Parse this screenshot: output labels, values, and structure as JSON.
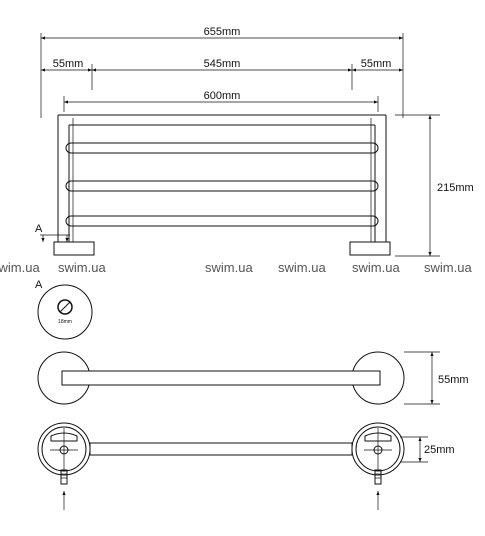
{
  "dimensions": {
    "total_width": "655mm",
    "left_flange": "55mm",
    "inner_span": "545mm",
    "right_flange": "55mm",
    "rail_length": "600mm",
    "height": "215mm",
    "depth": "55mm",
    "mount_diameter": "25mm",
    "detail_dia": "18mm"
  },
  "labels": {
    "section_marker": "A",
    "detail_label": "A"
  },
  "watermark": [
    "swim.ua",
    "swim.ua",
    "swim.ua",
    "swim.ua",
    "swim.ua",
    "swim.ua"
  ],
  "colors": {
    "line": "#111111",
    "watermark": "#555555",
    "background": "#ffffff"
  }
}
